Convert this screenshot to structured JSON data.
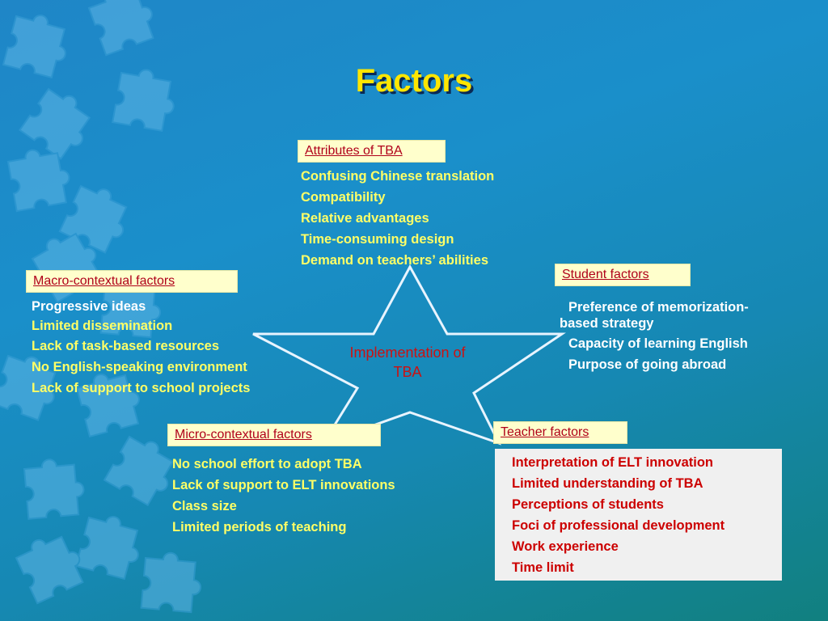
{
  "title": "Factors",
  "center": {
    "line1": "Implementation of",
    "line2": "TBA"
  },
  "colors": {
    "yellow_text": "#ffff66",
    "label_bg": "#ffffcc",
    "label_text": "#b0001a",
    "title": "#ffe600"
  },
  "attributes": {
    "label": "Attributes of TBA",
    "items": [
      "Confusing Chinese translation",
      "Compatibility",
      "Relative advantages",
      "Time-consuming  design",
      "Demand on teachers’ abilities"
    ]
  },
  "macro": {
    "label": "Macro-contextual factors",
    "items": [
      "Progressive ideas",
      "Limited dissemination",
      "Lack of task-based resources",
      "No English-speaking environment",
      "Lack of support to school projects"
    ]
  },
  "student": {
    "label": "Student factors",
    "item1_line1": "Preference of memorization-",
    "item1_line2": "based strategy",
    "items": [
      "Capacity of learning English",
      "Purpose of going abroad"
    ]
  },
  "micro": {
    "label": "Micro-contextual factors",
    "items": [
      "No school effort to adopt TBA",
      "Lack of support to ELT innovations",
      "Class size",
      "Limited periods of teaching"
    ]
  },
  "teacher": {
    "label": "Teacher factors",
    "items": [
      "Interpretation of ELT innovation",
      "Limited understanding of TBA",
      "Perceptions of students",
      "Foci of professional development",
      "Work experience",
      "Time limit"
    ]
  }
}
